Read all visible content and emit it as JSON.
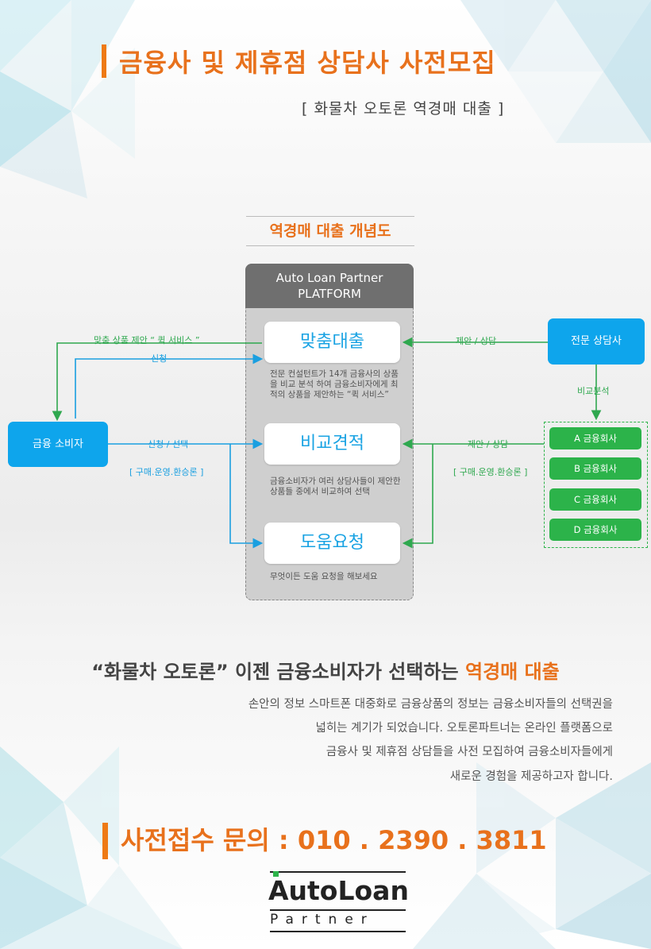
{
  "header": {
    "title": "금융사 및 제휴점 상담사 사전모집",
    "subtitle": "[ 화물차 오토론 역경매 대출 ]"
  },
  "diagram": {
    "title": "역경매 대출 개념도",
    "platform": {
      "line1": "Auto Loan Partner",
      "line2": "PLATFORM"
    },
    "services": [
      {
        "name": "맞춤대출",
        "desc": "전문 컨설턴트가 14개 금융사의 상품을 비교 분석 하여 금융소비자에게 최적의 상품을 제안하는 “퀵 서비스”"
      },
      {
        "name": "비교견적",
        "desc": "금융소비자가 여러 상담사들이 제안한 상품들 중에서 비교하여 선택"
      },
      {
        "name": "도움요청",
        "desc": "무엇이든 도움 요청을 해보세요"
      }
    ],
    "consumer": "금융 소비자",
    "expert": "전문 상담사",
    "labels": {
      "custom_offer": "맞춤 상품 제안 “ 퀵 서비스 ”",
      "apply": "신청",
      "apply_select": "신청 / 선택",
      "loan_types_left": "[ 구매.운영.환승론 ]",
      "offer_consult_top": "제안 / 상담",
      "offer_consult_mid": "제안 / 상담",
      "loan_types_right": "[ 구매.운영.환승론 ]",
      "compare_analysis": "비교분석"
    },
    "companies": [
      "A 금융회사",
      "B 금융회사",
      "C 금융회사",
      "D 금융회사"
    ],
    "colors": {
      "blue": "#1a9fe0",
      "green": "#2fa84f",
      "orange": "#e8711c"
    }
  },
  "headline": {
    "prefix": "“화물차 오토론” 이젠 금융소비자가 선택하는",
    "highlight": "역경매 대출"
  },
  "paragraph": [
    "손안의 정보 스마트폰 대중화로 금융상품의 정보는 금융소비자들의 선택권을",
    "넓히는 계기가 되었습니다. 오토론파트너는 온라인 플랫폼으로",
    "금융사 및 제휴점 상담들을 사전 모집하여 금융소비자들에게",
    "새로운 경험을 제공하고자 합니다."
  ],
  "contact": "사전접수 문의 : 010 . 2390 . 3811",
  "logo": {
    "main": "AutoLoan",
    "sub": "Partner"
  }
}
